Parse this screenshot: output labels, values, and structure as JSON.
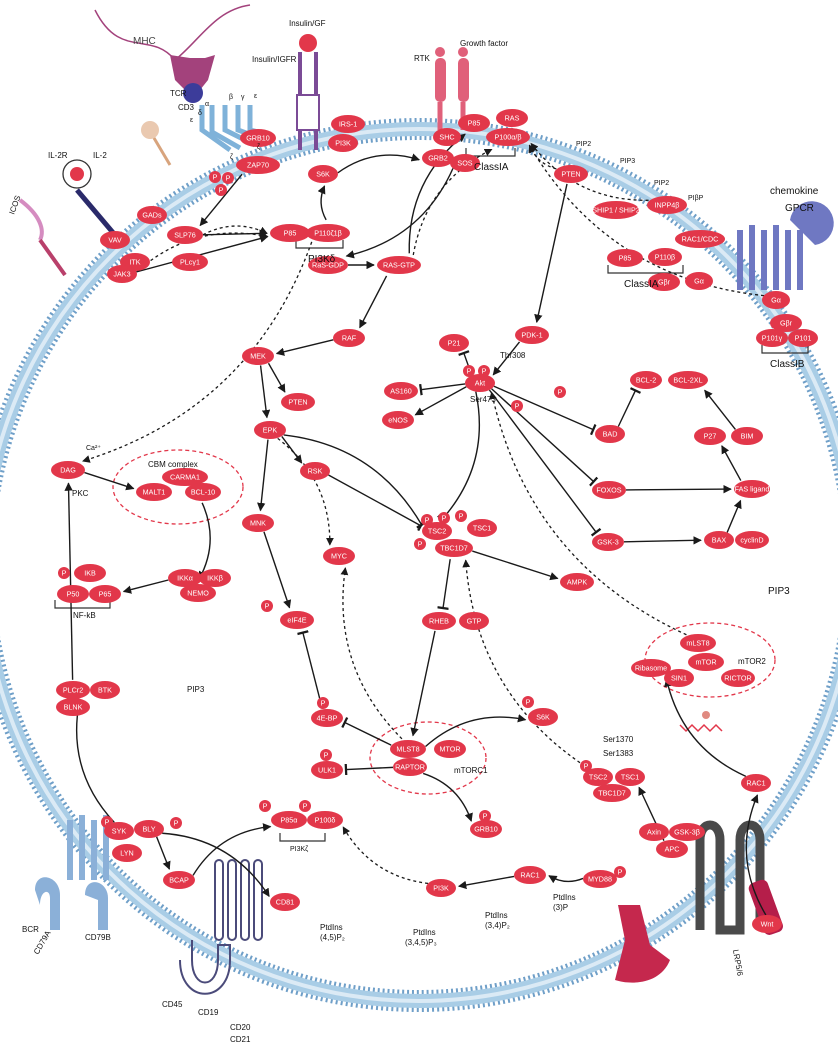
{
  "colors": {
    "node": "#e2374a",
    "membrane": "#a9cde6",
    "membrane_head": "#6f9fc8",
    "arrow": "#1a1a1a",
    "receptor_blue": "#7fb2d9",
    "gpcr": "#6f78c2",
    "mhc": "#a3427c",
    "insulin": "#7b4b96",
    "rtk": "#e0607a",
    "wnt": "#4a4a4a",
    "bracket": "#333333"
  },
  "labels": {
    "mhc": "MHC",
    "tcr": "TCR",
    "cd3": "CD3",
    "cd3_eps": "ε",
    "cd3_delta": "δ",
    "cd3_alpha": "α",
    "cd3_beta": "β",
    "cd3_gamma": "γ",
    "cd3_eps2": "ε",
    "cd3_zeta": "ζ",
    "cd3_zeta2": "ζ",
    "il2r": "IL-2R",
    "il2": "IL-2",
    "icos": "ICOS",
    "insulin_gf": "Insulin/GF",
    "insulin_igfr": "Insulin/IGFR",
    "rtk": "RTK",
    "growth_factor": "Growth factor",
    "chemokine": "chemokine",
    "gpcr": "GPCR",
    "pi3k_delta": "PI3Kδ",
    "class1a_top": "ClassIA",
    "class1a_right": "ClassIA",
    "class1b": "ClassIB",
    "pip2_top": "PIP2",
    "pip3_top": "PIP3",
    "pip2_mid": "PIP2",
    "pip2_mid2": "PIβP",
    "thr308": "Thr308",
    "ser473": "Ser473",
    "ca2": "Ca²⁺",
    "pkc": "PKC",
    "cbm_complex": "CBM complex",
    "nfkb": "NF-kB",
    "pip3_left": "PIP3",
    "pip3_right": "PIP3",
    "mtor2": "mTOR2",
    "mtorc1": "mTORC1",
    "ser1370": "Ser1370",
    "ser1383": "Ser1383",
    "pi3k_zeta": "PI3Kζ",
    "bcr": "BCR",
    "cd79a": "CD79A",
    "cd79b": "CD79B",
    "cd45": "CD45",
    "cd19": "CD19",
    "cd20": "CD20",
    "cd21": "CD21",
    "lrp56": "LRP5/6",
    "ptdins_45p2_a": "PtdIns",
    "ptdins_45p2_b": "(4,5)P₂",
    "ptdins_345p3_a": "PtdIns",
    "ptdins_345p3_b": "(3,4,5)P₃",
    "ptdins_34p2_a": "PtdIns",
    "ptdins_34p2_b": "(3,4)P₂",
    "ptdins_3p_a": "PtdIns",
    "ptdins_3p_b": "(3)P",
    "p_mark": "P"
  },
  "nodes": {
    "zap70": "ZAP70",
    "vav": "VAV",
    "gads": "GADs",
    "slp76": "SLP76",
    "itk": "ITK",
    "plcy1": "PLcγ1",
    "jak3": "JAK3",
    "p85_pi3kd": "P85",
    "p110d": "P110ζ1β",
    "grb10_top": "GRB10",
    "irs1": "IRS-1",
    "pi3k_top": "PI3K",
    "s6k_top": "S6K",
    "shc": "SHC",
    "grb2": "GRB2",
    "sos": "SOS",
    "p85_top": "P85",
    "ras": "RAS",
    "p110ab": "P100α/β",
    "pten_top": "PTEN",
    "ship": "SHIP1 / SHIP2",
    "inpp4b": "INPP4β",
    "rac1_cdc": "RAC1/CDC",
    "p110b": "P110β",
    "p85_right": "P85",
    "gbr_right": "Gβr",
    "ga_right": "Gα",
    "ga_gpcr": "Gα",
    "gbr_gpcr": "Gβr",
    "p101y": "P101γ",
    "p101": "P101",
    "ras_gdp": "RaS-GDP",
    "ras_gtp": "RAS-GTP",
    "raf": "RAF",
    "pdk1": "PDK-1",
    "p21": "P21",
    "mek": "MEK",
    "pten_mid": "PTEN",
    "as160": "AS160",
    "akt": "Akt",
    "enos": "eNOS",
    "bcl2": "BCL-2",
    "bcl2xl": "BCL-2XL",
    "bad": "BAD",
    "p27": "P27",
    "bim": "BIM",
    "erk": "EPK",
    "dag": "DAG",
    "carma1": "CARMA1",
    "malt1": "MALT1",
    "bcl10": "BCL-10",
    "rsk": "RSK",
    "foxos": "FOXOS",
    "fas": "FAS ligand",
    "tsc2": "TSC2",
    "tsc1": "TSC1",
    "tbc1d7": "TBC1D7",
    "gsk3": "GSK-3",
    "bax": "BAX",
    "cyclind": "cyclinD",
    "mnk": "MNK",
    "myc": "MYC",
    "ampk": "AMPK",
    "ikb": "IKB",
    "ikka": "IKKα",
    "ikkb": "IKKβ",
    "nemo": "NEMO",
    "p50": "P50",
    "p65": "P65",
    "eif4e": "eIF4E",
    "rheb": "RHEB",
    "gtp": "GTP",
    "mlst8_2": "mLST8",
    "mtor_2": "mTOR",
    "sin1": "SIN1",
    "rictor": "RICTOR",
    "ribosome": "Ribasome",
    "plcy2": "PLCr2",
    "btk": "BTK",
    "blnk": "BLNK",
    "ebp4": "4E-BP",
    "s6k_mid": "S6K",
    "ulk1": "ULK1",
    "mlst8_1": "MLST8",
    "mtor_1": "MTOR",
    "raptor": "RAPTOR",
    "tsc2_b": "TSC2",
    "tsc1_b": "TSC1",
    "tbc1d7_b": "TBC1D7",
    "rac1_right": "RAC1",
    "axin": "Axin",
    "gsk3b": "GSK-3β",
    "apc": "APC",
    "grb10_mid": "GRB10",
    "syk": "SYK",
    "bly": "BLY",
    "lyn": "LYN",
    "bcap": "BCAP",
    "p85a": "P85α",
    "p110delta": "P100δ",
    "cd81": "CD81",
    "pi3k_bottom": "PI3K",
    "rac1_bottom": "RAC1",
    "myd88": "MYD88",
    "wnt": "Wnt"
  }
}
